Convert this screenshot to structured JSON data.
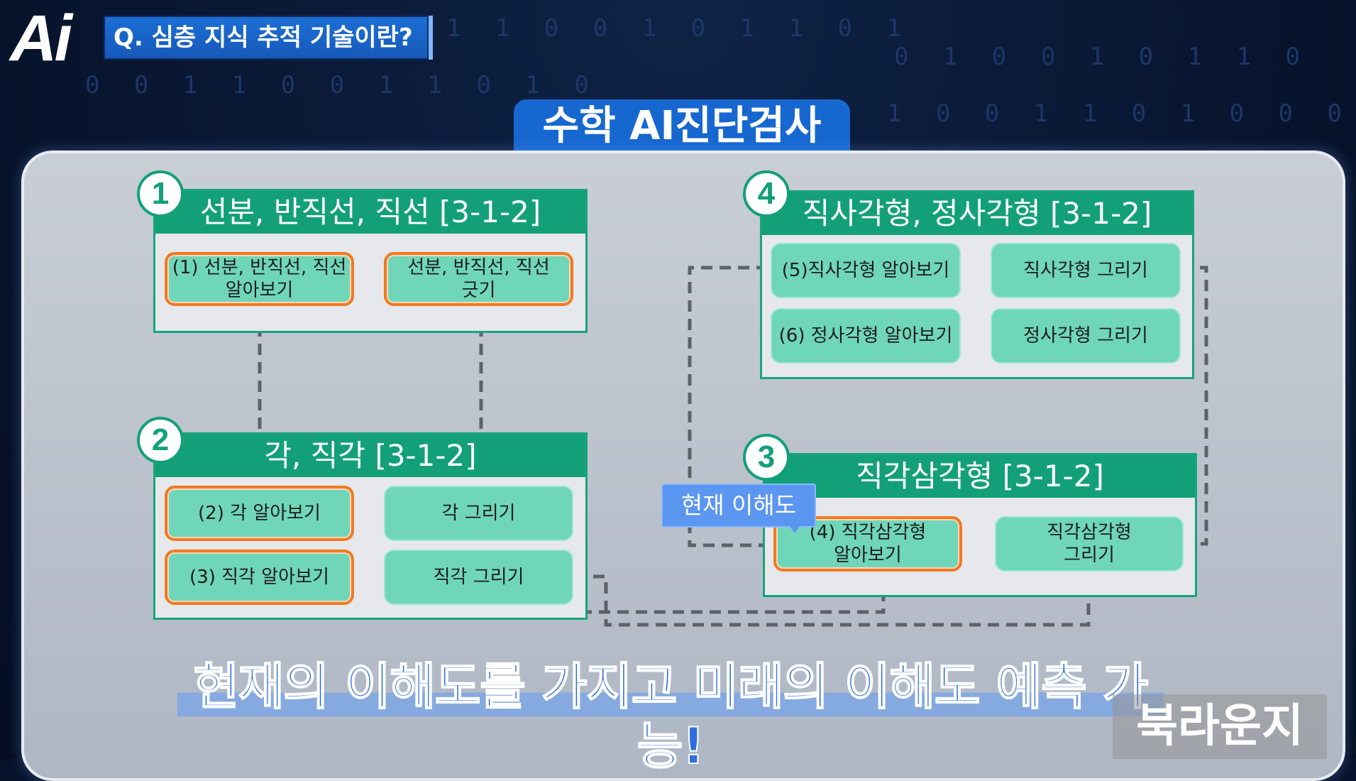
{
  "header": {
    "logo": "Ai",
    "question": "Q. 심층 지식 추적 기술이란?"
  },
  "title": "수학 AI진단검사",
  "groups": [
    {
      "number": "1",
      "title": "선분, 반직선, 직선 [3-1-2]",
      "nodes": [
        "(1) 선분, 반직선, 직선\n알아보기",
        "선분, 반직선, 직선\n긋기"
      ]
    },
    {
      "number": "2",
      "title": "각, 직각 [3-1-2]",
      "nodes": [
        "(2) 각 알아보기",
        "각 그리기",
        "(3) 직각 알아보기",
        "직각 그리기"
      ]
    },
    {
      "number": "3",
      "title": "직각삼각형 [3-1-2]",
      "nodes": [
        "(4) 직각삼각형\n알아보기",
        "직각삼각형\n그리기"
      ]
    },
    {
      "number": "4",
      "title": "직사각형, 정사각형 [3-1-2]",
      "nodes": [
        "(5)직사각형 알아보기",
        "직사각형 그리기",
        "(6) 정사각형 알아보기",
        "정사각형 그리기"
      ]
    }
  ],
  "current_tag": "현재 이해도",
  "caption": "현재의 이해도를 가지고 미래의 이해도 예측 가능!",
  "watermark": "북라운지",
  "colors": {
    "group_header": "#13a079",
    "node_fill": "#6fd6b9",
    "highlight_border": "#f07a22",
    "title_tab": "#1767d0",
    "caption": "#2d6fe0"
  }
}
